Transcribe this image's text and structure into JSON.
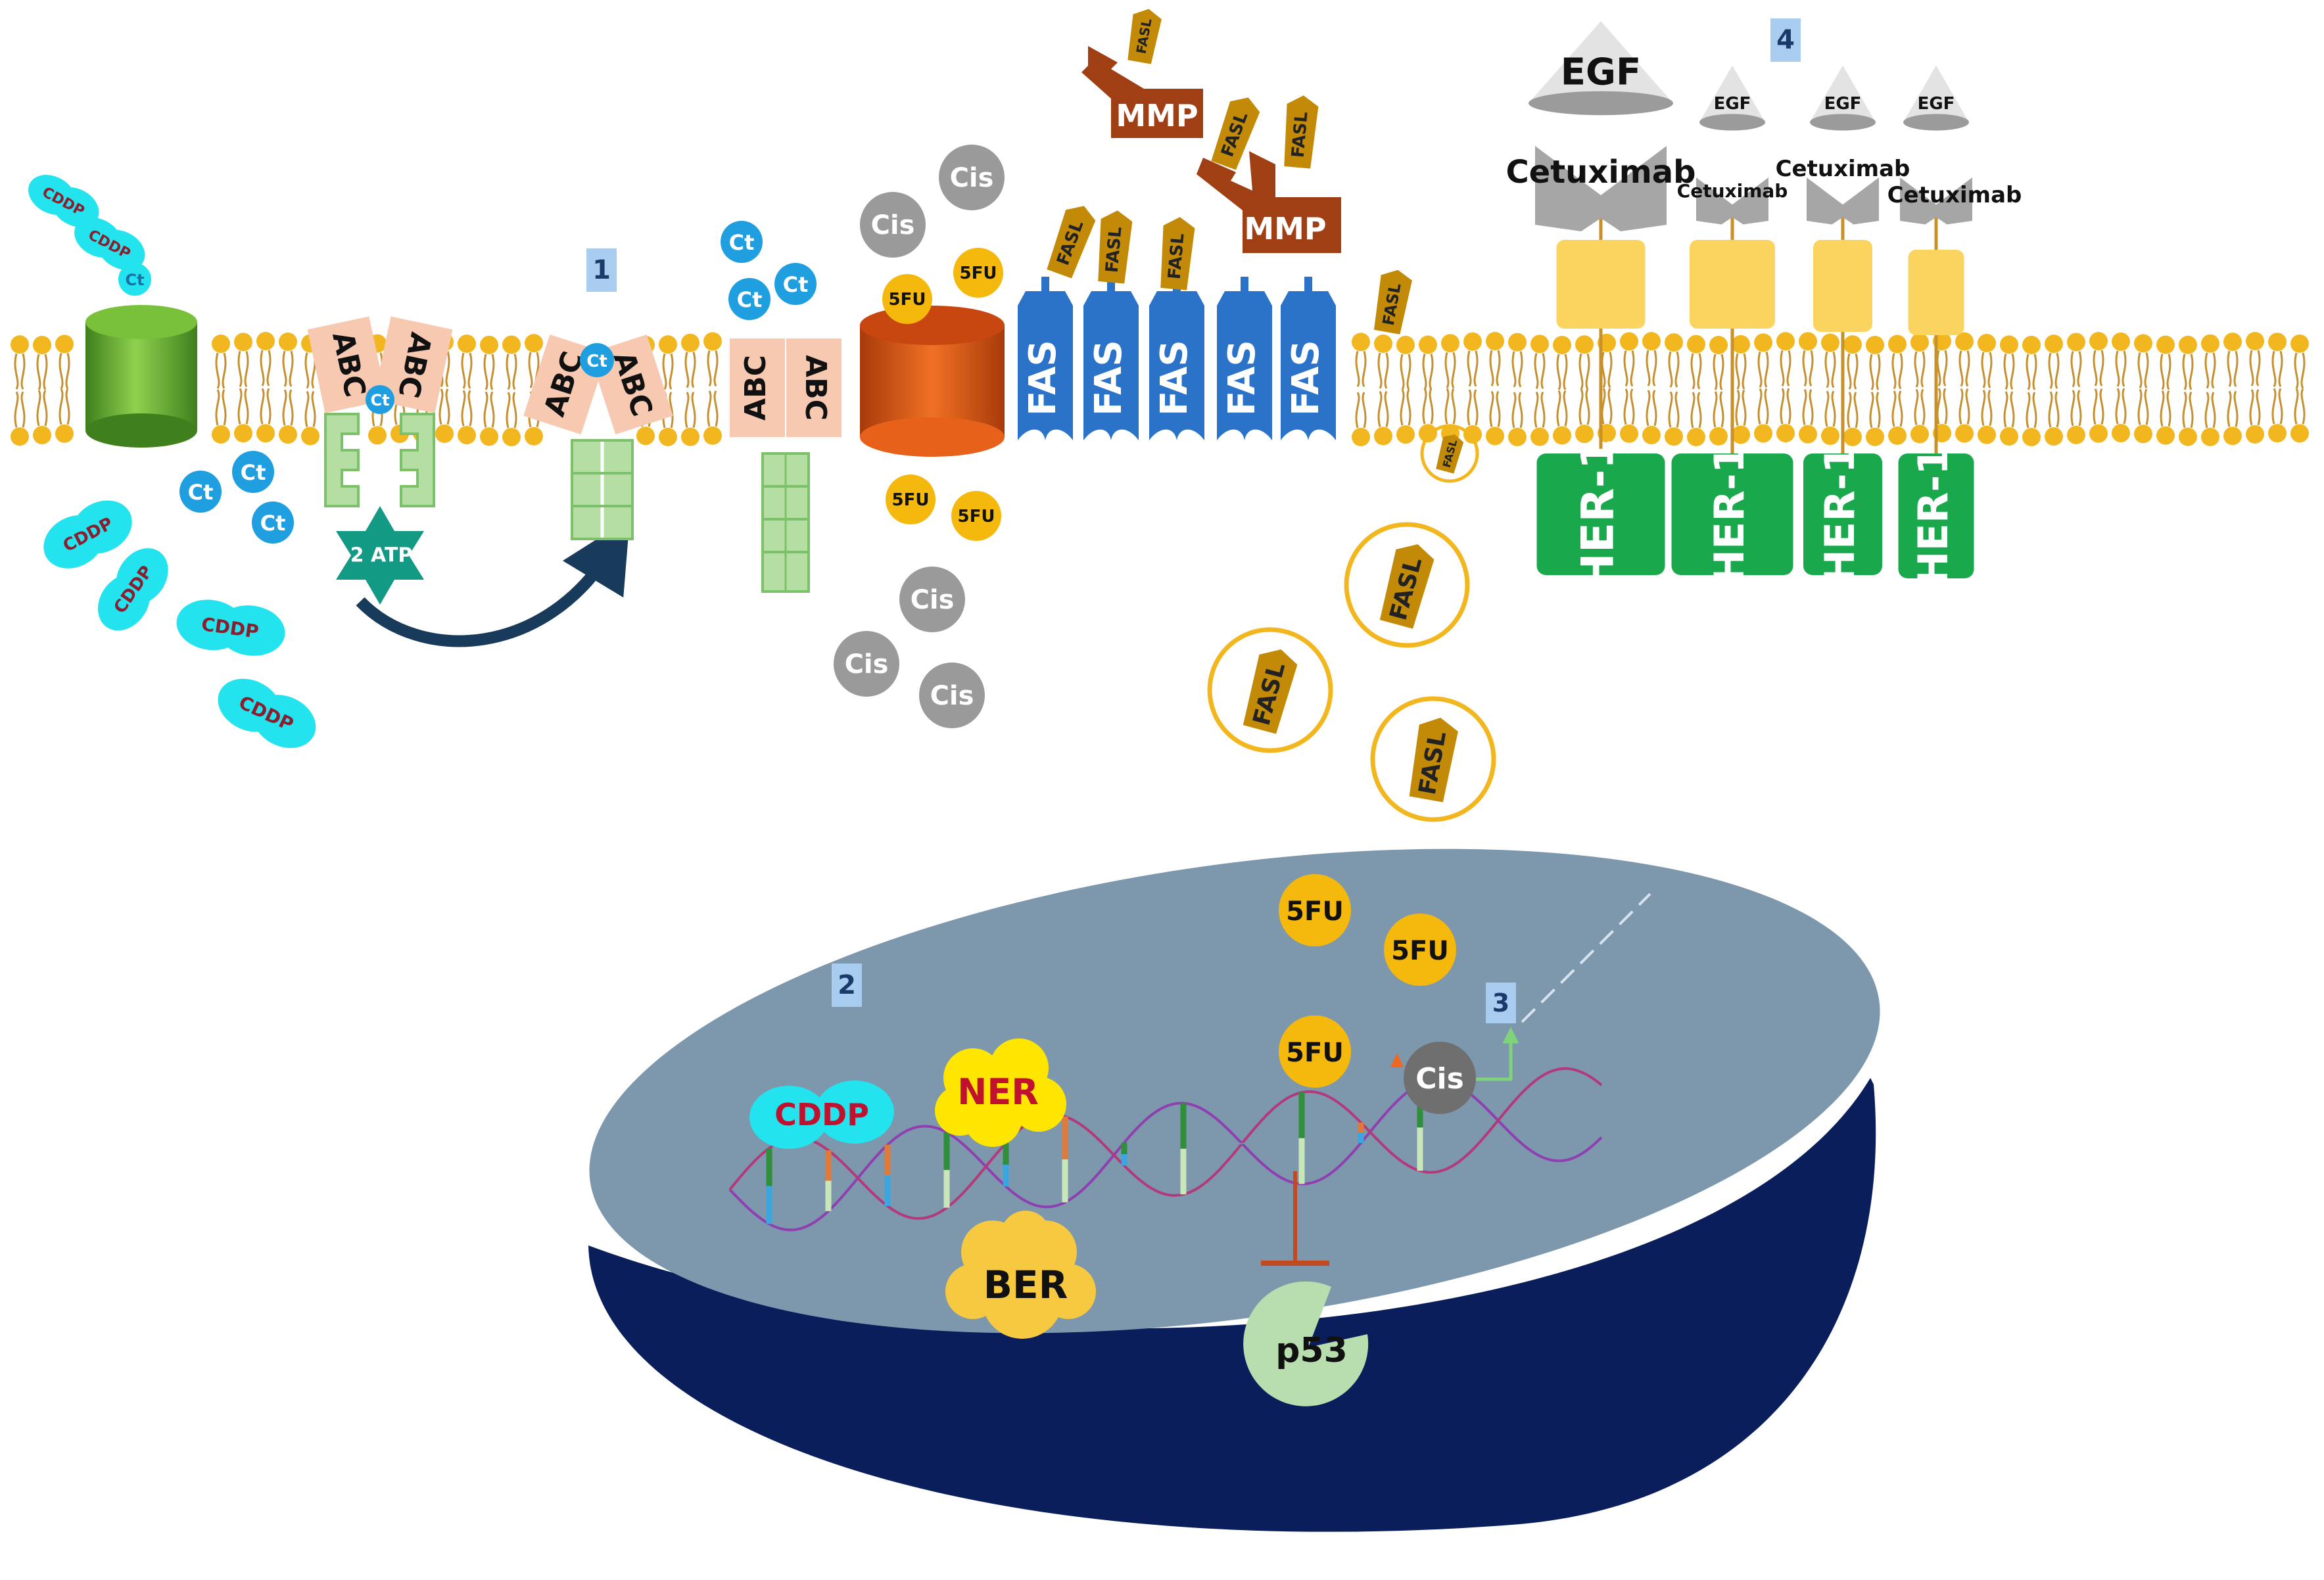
{
  "step_markers": [
    "1",
    "2",
    "3",
    "4"
  ],
  "labels": {
    "cddp": "CDDP",
    "ct": "Ct",
    "abc": "ABC",
    "atp": "2 ATP",
    "cis": "Cis",
    "fu": "5FU",
    "fas": "FAS",
    "fasl": "FASL",
    "mmp": "MMP",
    "egf": "EGF",
    "cetuximab": "Cetuximab",
    "her": "HER-1",
    "ner": "NER",
    "ber": "BER",
    "p53": "p53"
  },
  "colors": {
    "membrane_head": "#f2b71e",
    "membrane_tail": "#c59030",
    "cddp": "#22e3ee",
    "ct": "#1f9ee0",
    "abc": "#f8c9b1",
    "atp_star": "#139a84",
    "channel_green": "#5ca632",
    "channel_orange": "#d9551d",
    "fas_blue": "#2b73c8",
    "fasl_gold": "#c28a07",
    "mmp_brown": "#a13f14",
    "cis_grey": "#9a9a9a",
    "fu_yellow": "#f5b80c",
    "her_green": "#19a84c",
    "receptor_yellow": "#fbd460",
    "nucleus_top": "#7d97ad",
    "nucleus_rim": "#0b1e5c",
    "ner_yellow": "#ffe600",
    "ber_yellow": "#f7c941",
    "p53_green": "#b8deb0"
  }
}
